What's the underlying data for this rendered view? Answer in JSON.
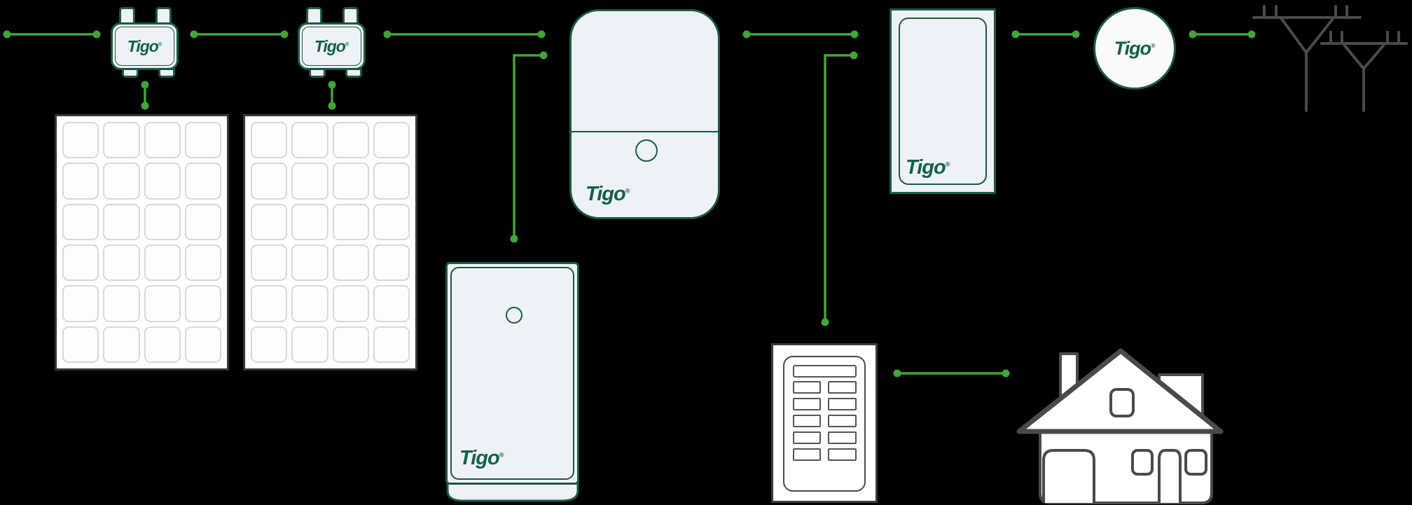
{
  "page": {
    "background": "#000000"
  },
  "brand": {
    "logo_text": "Tigo",
    "registered_mark": "®"
  },
  "colors": {
    "connector_green": "#43a438",
    "device_border_green": "#1a5a40",
    "logo_green": "#136147",
    "device_fill": "#eef1f8",
    "cloud_fill": "#f8fafc",
    "outline_gray": "#4a4a4e",
    "panel_border": "#35353a",
    "cell_border": "#d8d8db",
    "page_bg": "#000000"
  },
  "devices": {
    "optimizer_1": {
      "logo": "Tigo"
    },
    "optimizer_2": {
      "logo": "Tigo"
    },
    "inverter": {
      "logo": "Tigo"
    },
    "battery": {
      "logo": "Tigo"
    },
    "system_controller": {
      "logo": "Tigo"
    },
    "cloud": {
      "logo": "Tigo"
    }
  },
  "panels": {
    "count": 2,
    "columns": 4,
    "rows": 6
  }
}
